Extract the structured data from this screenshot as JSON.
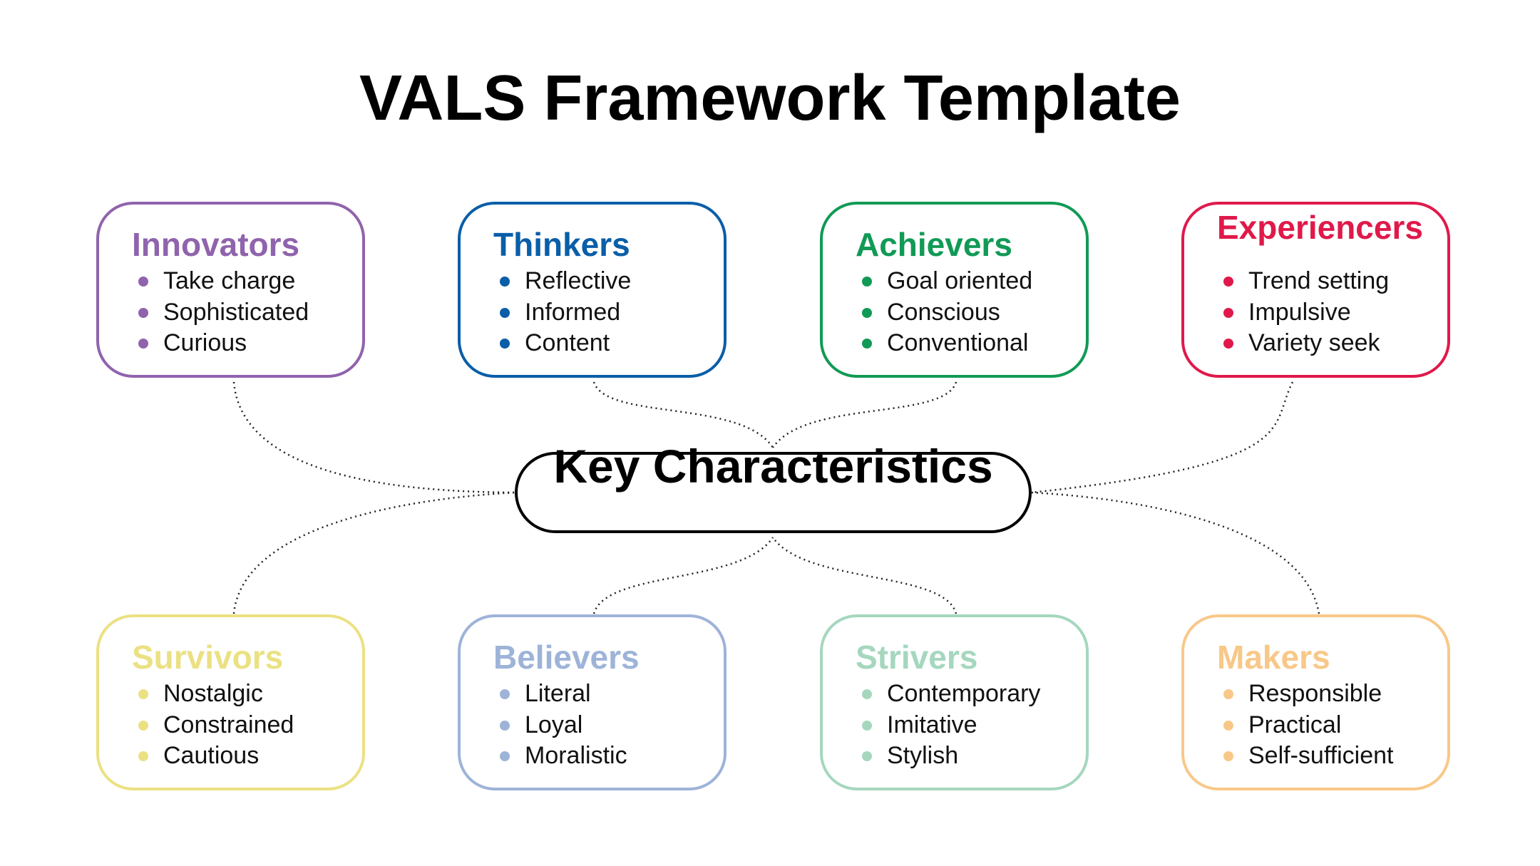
{
  "title": "VALS Framework Template",
  "center_label": "Key Characteristics",
  "colors": {
    "innovators": "#9063ad",
    "thinkers": "#0a5ea8",
    "achievers": "#119a55",
    "experiencers": "#e0194a",
    "survivors": "#ebe183",
    "believers": "#9eb3d8",
    "strivers": "#a5d7be",
    "makers": "#f8c888",
    "connector": "#222222"
  },
  "segments": [
    {
      "key": "innovators",
      "name": "Innovators",
      "traits": [
        "Take charge",
        "Sophisticated",
        "Curious"
      ]
    },
    {
      "key": "thinkers",
      "name": "Thinkers",
      "traits": [
        "Reflective",
        "Informed",
        "Content"
      ]
    },
    {
      "key": "achievers",
      "name": "Achievers",
      "traits": [
        "Goal oriented",
        "Conscious",
        "Conventional"
      ]
    },
    {
      "key": "experiencers",
      "name": "Experiencers",
      "traits": [
        "Trend setting",
        "Impulsive",
        "Variety seek"
      ]
    },
    {
      "key": "survivors",
      "name": "Survivors",
      "traits": [
        "Nostalgic",
        "Constrained",
        "Cautious"
      ]
    },
    {
      "key": "believers",
      "name": "Believers",
      "traits": [
        "Literal",
        "Loyal",
        "Moralistic"
      ]
    },
    {
      "key": "strivers",
      "name": "Strivers",
      "traits": [
        "Contemporary",
        "Imitative",
        "Stylish"
      ]
    },
    {
      "key": "makers",
      "name": "Makers",
      "traits": [
        "Responsible",
        "Practical",
        "Self-sufficient"
      ]
    }
  ]
}
